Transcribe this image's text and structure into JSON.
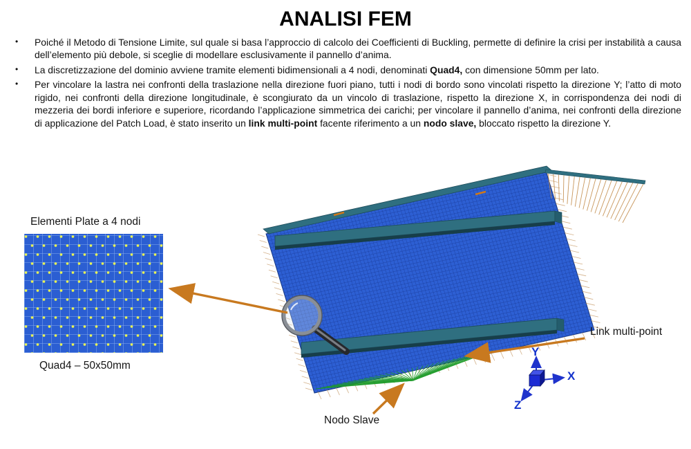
{
  "title": "ANALISI FEM",
  "bullet_glyph": "•",
  "bullets": [
    {
      "segments": [
        {
          "text": "Poiché il Metodo di Tensione Limite, sul quale si basa l’approccio di calcolo dei Coefficienti di Buckling, permette di definire la crisi per instabilità a causa dell’elemento più debole, si sceglie di modellare esclusivamente il pannello d’anima.",
          "bold": false
        }
      ]
    },
    {
      "segments": [
        {
          "text": "La discretizzazione del dominio avviene tramite elementi bidimensionali a 4 nodi, denominati ",
          "bold": false
        },
        {
          "text": "Quad4,",
          "bold": true
        },
        {
          "text": " con dimensione 50mm per lato.",
          "bold": false
        }
      ]
    },
    {
      "segments": [
        {
          "text": "Per vincolare la lastra nei confronti della traslazione nella direzione fuori piano, tutti i nodi di bordo sono vincolati rispetto la direzione Y; l’atto di moto rigido, nei confronti della direzione longitudinale, è scongiurato da un vincolo di traslazione, rispetto la direzione X, in corrispondenza dei nodi di mezzeria dei bordi inferiore e superiore, ricordando l’applicazione simmetrica dei carichi; per vincolare il pannello d’anima, nei confronti della direzione di applicazione del Patch Load, è stato inserito un ",
          "bold": false
        },
        {
          "text": "link multi-point",
          "bold": true
        },
        {
          "text": " facente riferimento a un ",
          "bold": false
        },
        {
          "text": "nodo slave,",
          "bold": true
        },
        {
          "text": " bloccato rispetto la direzione Y.",
          "bold": false
        }
      ]
    }
  ],
  "figure": {
    "labels": {
      "plate_detail": "Elementi Plate a 4 nodi",
      "quad_caption": "Quad4 – 50x50mm",
      "link_multipoint": "Link multi-point",
      "nodo_slave": "Nodo Slave",
      "axis_x": "X",
      "axis_y": "Y",
      "axis_z": "Z"
    },
    "colors": {
      "panel_blue": "#2d5fd3",
      "mesh_line": "#1c3f9e",
      "stiffener_teal": "#2f6f80",
      "stiffener_dark": "#173e4a",
      "fan_green": "#1c9a27",
      "arrow_orange": "#c8791f",
      "hatch_tan": "#c09058",
      "axis_blue": "#1433cc",
      "dot_yellow": "#e9f452"
    }
  }
}
